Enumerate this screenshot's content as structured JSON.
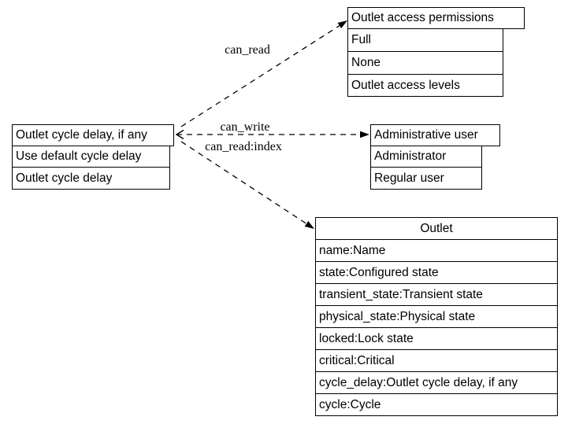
{
  "diagram": {
    "colors": {
      "line": "#000000",
      "background": "#ffffff",
      "box_fill": "#ffffff"
    },
    "nodes": {
      "cycle_delay_enum": {
        "title": "Outlet cycle delay, if any",
        "rows": [
          "Use default cycle delay",
          "Outlet cycle delay"
        ]
      },
      "access_permissions": {
        "title": "Outlet access permissions",
        "rows": [
          "Full",
          "None",
          "Outlet access levels"
        ]
      },
      "administrative_user": {
        "title": "Administrative user",
        "rows": [
          "Administrator",
          "Regular user"
        ]
      },
      "outlet": {
        "title": "Outlet",
        "rows": [
          "name:Name",
          "state:Configured state",
          "transient_state:Transient state",
          "physical_state:Physical state",
          "locked:Lock state",
          "critical:Critical",
          "cycle_delay:Outlet cycle delay, if any",
          "cycle:Cycle"
        ]
      }
    },
    "edges": {
      "can_read": {
        "label": "can_read"
      },
      "can_write": {
        "label": "can_write"
      },
      "can_read_index": {
        "label": "can_read:index"
      }
    }
  }
}
